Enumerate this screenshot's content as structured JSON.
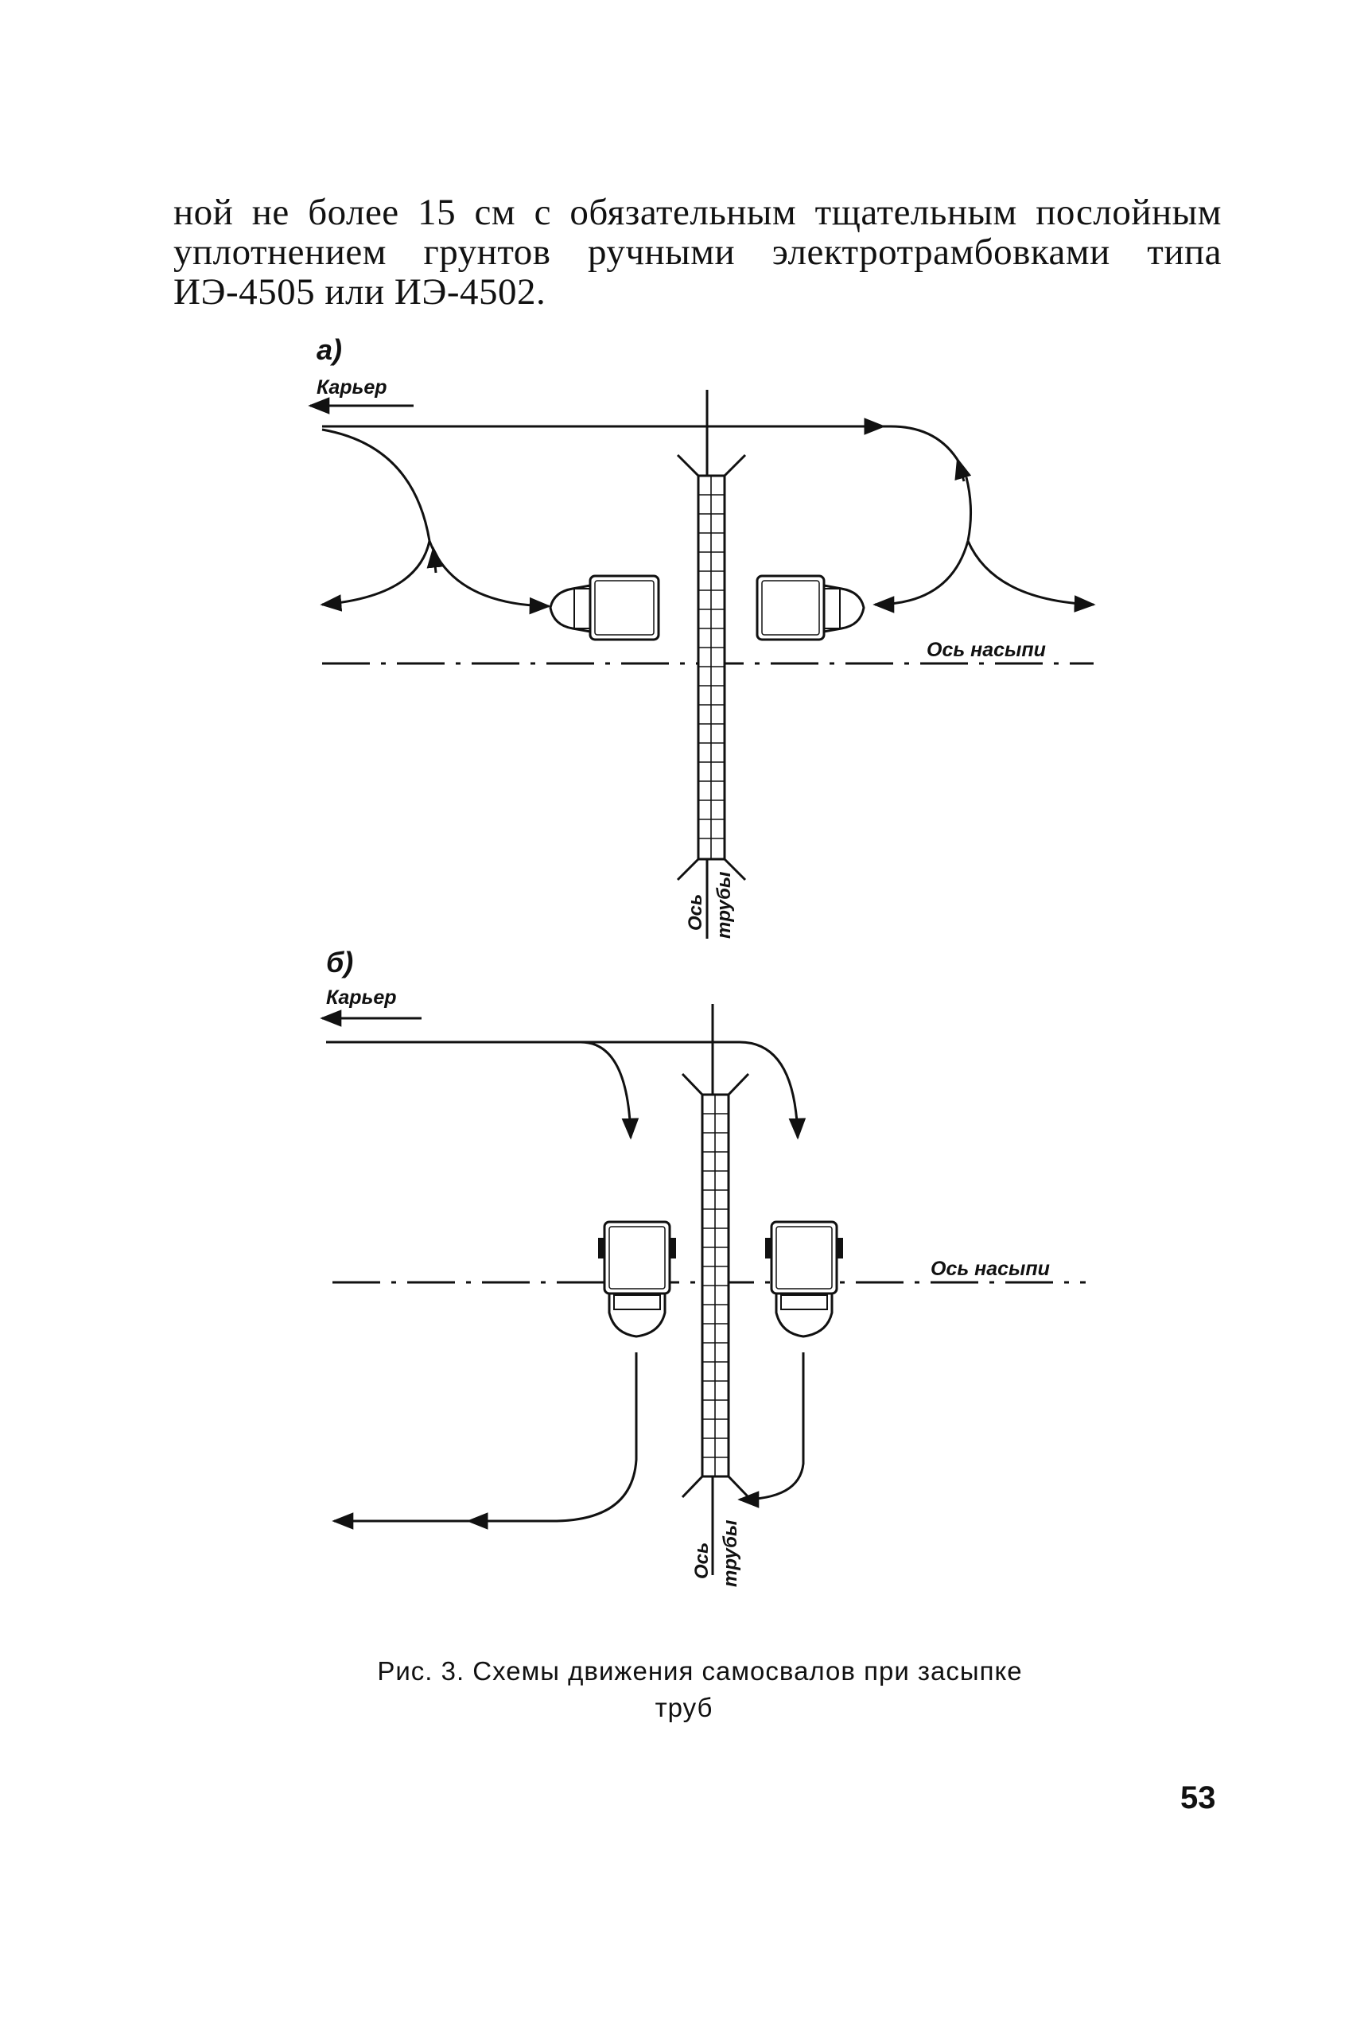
{
  "paragraph": {
    "lines": [
      "ной не более 15 см с обязательным тщательным послойным",
      "уплотнением грунтов ручными электротрамбовками типа",
      "ИЭ-4505 или ИЭ-4502."
    ]
  },
  "figure_a": {
    "label": "а)",
    "quarry_label": "Карьер",
    "embankment_axis_label": "Ось насыпи",
    "pipe_axis_label_1": "Ось",
    "pipe_axis_label_2": "трубы"
  },
  "figure_b": {
    "label": "б)",
    "quarry_label": "Карьер",
    "embankment_axis_label": "Ось насыпи",
    "pipe_axis_label_1": "Ось",
    "pipe_axis_label_2": "трубы"
  },
  "caption": {
    "line1": "Рис. 3. Схемы движения самосвалов при засыпке",
    "line2": "труб"
  },
  "page_number": "53"
}
